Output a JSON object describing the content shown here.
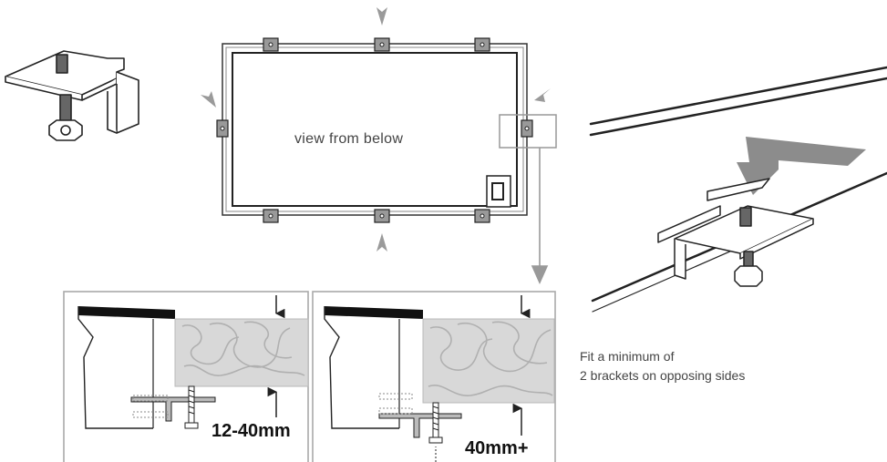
{
  "labels": {
    "view_from_below": "view from below",
    "thickness_range": "12-40mm",
    "thickness_min": "40mm+"
  },
  "note": {
    "line1": "Fit a minimum of",
    "line2": "2 brackets on opposing sides"
  },
  "colors": {
    "line": "#222222",
    "grey_arrow": "#9a9a9a",
    "wood_fill": "#d8d8d8",
    "wood_grain": "#b3b3b3",
    "panel_border": "#b0b0b0",
    "text": "#444444"
  },
  "icons": [
    "bracket-icon",
    "arrow-down-icon",
    "arrow-up-icon",
    "screw-icon",
    "wood-grain-icon"
  ]
}
